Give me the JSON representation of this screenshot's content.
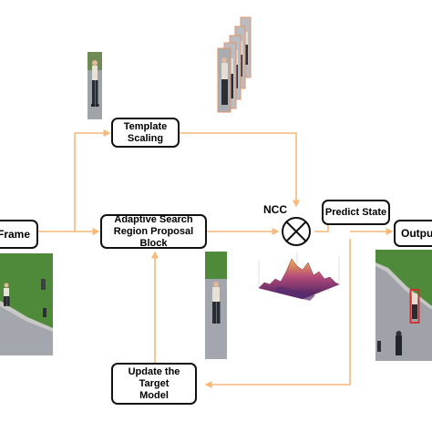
{
  "diagram": {
    "nodes": {
      "frame": "Frame",
      "template_scaling": "Template\nScaling",
      "adaptive_search": "Adaptive Search\nRegion Proposal Block",
      "ncc": "NCC",
      "predict_state": "Predict State",
      "output": "Output",
      "update_target": "Update the Target\nModel"
    },
    "colors": {
      "arrow": "#f6b97a",
      "box_border": "#111111",
      "grass": "#4e8a3a",
      "road": "#a3a7ad",
      "surface_peak": "#f0b24a",
      "surface_mid": "#b44a7a",
      "surface_low": "#3c1f5e",
      "bbox": "#d62b2b"
    },
    "icons": {
      "ncc_operator": "circle-times-icon",
      "template_crop": "pedestrian-crop-image",
      "template_stack": "scaled-template-stack-image",
      "frame_image": "street-scene-image",
      "search_crop": "search-region-image",
      "response_map": "3d-response-surface-image",
      "output_image": "tracked-output-image"
    }
  }
}
